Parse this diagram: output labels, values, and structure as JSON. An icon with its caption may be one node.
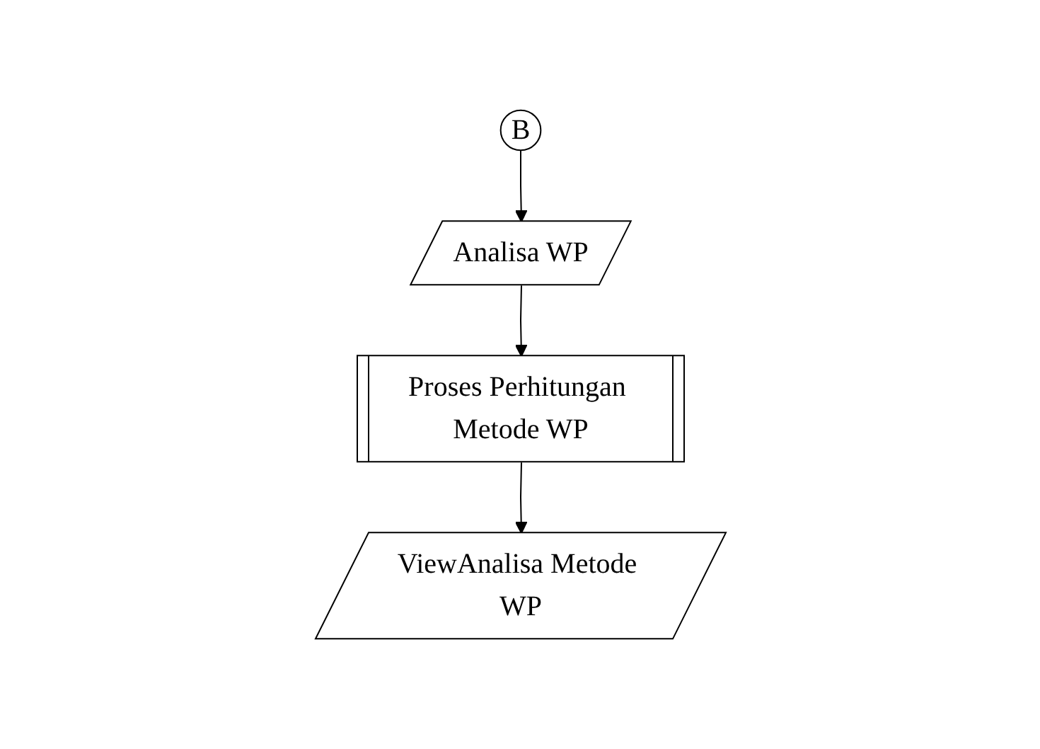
{
  "diagram": {
    "nodes": [
      {
        "text": [
          "B"
        ]
      },
      {
        "text": [
          "Analisa WP"
        ]
      },
      {
        "text": [
          "Proses Perhitungan Metode WP"
        ]
      },
      {
        "text": [
          "ViewAnalisa Metode WP"
        ]
      }
    ],
    "edges": [
      {
        "from": 0,
        "to": 1,
        "arrow": "to"
      },
      {
        "from": 1,
        "to": 2,
        "arrow": "to"
      },
      {
        "from": 2,
        "to": 3,
        "arrow": "to"
      }
    ]
  }
}
